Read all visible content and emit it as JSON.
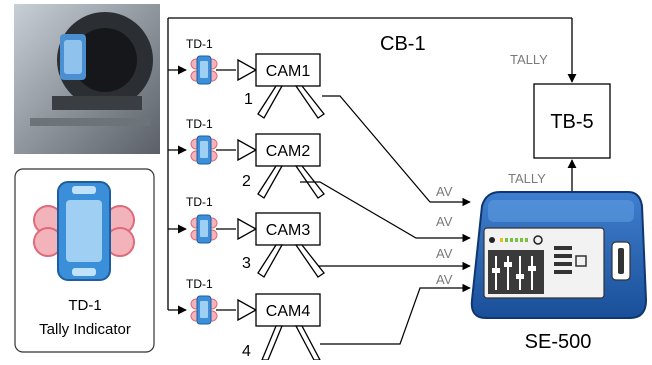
{
  "diagram": {
    "bus_label": "CB-1",
    "tally_box_label": "TB-5",
    "tally_top_label": "TALLY",
    "tally_bottom_label": "TALLY",
    "switcher_label": "SE-500",
    "av_labels": [
      "AV",
      "AV",
      "AV",
      "AV"
    ],
    "cameras": [
      {
        "name": "CAM1",
        "number": "1",
        "td_label": "TD-1"
      },
      {
        "name": "CAM2",
        "number": "2",
        "td_label": "TD-1"
      },
      {
        "name": "CAM3",
        "number": "3",
        "td_label": "TD-1"
      },
      {
        "name": "CAM4",
        "number": "4",
        "td_label": "TD-1"
      }
    ],
    "legend": {
      "title": "TD-1",
      "subtitle": "Tally Indicator"
    }
  },
  "colors": {
    "line": "#000000",
    "tally_blue": "#3b8ed8",
    "tally_red": "#e05a6a",
    "switcher_blue": "#1f5aa8",
    "label_gray": "#7a7a7a"
  }
}
